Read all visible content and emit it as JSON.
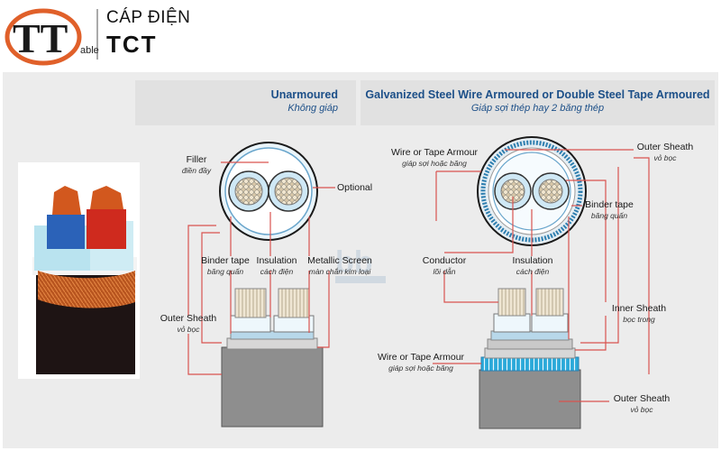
{
  "brand": {
    "line1": "CÁP ĐIỆN",
    "line2": "TCT",
    "logo_letters": "TT",
    "logo_small": "able"
  },
  "sections": {
    "unarmoured": {
      "title": "Unarmoured",
      "subtitle": "Không giáp"
    },
    "armoured": {
      "title": "Galvanized Steel Wire Armoured or Double Steel Tape Armoured",
      "subtitle": "Giáp sợi thép hay 2 băng thép"
    }
  },
  "labels": {
    "filler": {
      "en": "Filler",
      "vi": "điền đầy"
    },
    "optional": {
      "en": "Optional",
      "vi": ""
    },
    "binder_tape_left": {
      "en": "Binder tape",
      "vi": "băng quấn"
    },
    "insulation_left": {
      "en": "Insulation",
      "vi": "cách điện"
    },
    "metallic_screen": {
      "en": "Metallic Screen",
      "vi": "màn chắn kim loại"
    },
    "outer_sheath_left": {
      "en": "Outer Sheath",
      "vi": "vỏ bọc"
    },
    "wire_tape_armour_top": {
      "en": "Wire or Tape Armour",
      "vi": "giáp sợi hoặc băng"
    },
    "outer_sheath_top": {
      "en": "Outer Sheath",
      "vi": "vỏ bọc"
    },
    "binder_tape_right": {
      "en": "Binder tape",
      "vi": "băng quấn"
    },
    "conductor": {
      "en": "Conductor",
      "vi": "lõi dẫn"
    },
    "insulation_right": {
      "en": "Insulation",
      "vi": "cách điện"
    },
    "inner_sheath": {
      "en": "Inner Sheath",
      "vi": "bọc trong"
    },
    "wire_tape_armour_bottom": {
      "en": "Wire or Tape Armour",
      "vi": "giáp sợi hoặc băng"
    },
    "outer_sheath_bottom": {
      "en": "Outer Sheath",
      "vi": "vỏ bọc"
    }
  },
  "colors": {
    "leader": "#d9534f",
    "heading": "#1c4f88",
    "logo_ring": "#e0602a"
  }
}
